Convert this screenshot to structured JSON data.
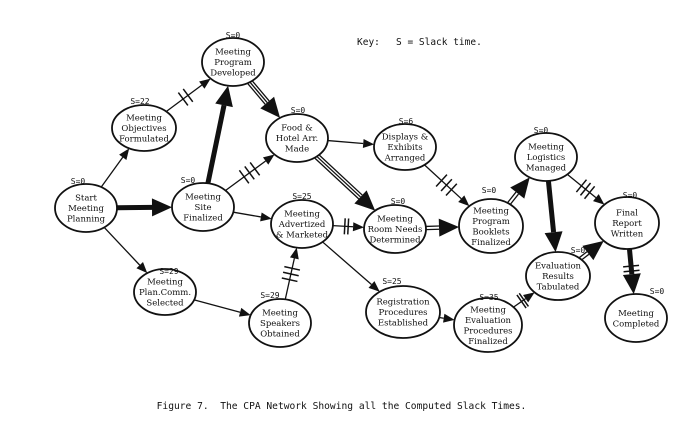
{
  "key": {
    "label": "Key:",
    "text": "S = Slack time."
  },
  "caption": "Figure 7.  The CPA Network Showing all the Computed Slack Times.",
  "nodes": [
    {
      "id": "start",
      "lines": [
        "Start",
        "Meeting",
        "Planning"
      ],
      "slack": "S=0"
    },
    {
      "id": "objectives",
      "lines": [
        "Meeting",
        "Objectives",
        "Formulated"
      ],
      "slack": "S=22"
    },
    {
      "id": "program",
      "lines": [
        "Meeting",
        "Program",
        "Developed"
      ],
      "slack": "S=0"
    },
    {
      "id": "site",
      "lines": [
        "Meeting",
        "Site",
        "Finalized"
      ],
      "slack": "S=0"
    },
    {
      "id": "food",
      "lines": [
        "Food &",
        "Hotel Arr.",
        "Made"
      ],
      "slack": "S=0"
    },
    {
      "id": "displays",
      "lines": [
        "Displays &",
        "Exhibits",
        "Arranged"
      ],
      "slack": "S=6"
    },
    {
      "id": "advertized",
      "lines": [
        "Meeting",
        "Advertized",
        "& Marketed"
      ],
      "slack": "S=25"
    },
    {
      "id": "room",
      "lines": [
        "Meeting",
        "Room Needs",
        "Determined"
      ],
      "slack": "S=0"
    },
    {
      "id": "booklets",
      "lines": [
        "Meeting",
        "Program",
        "Booklets",
        "Finalized"
      ],
      "slack": "S=0"
    },
    {
      "id": "logistics",
      "lines": [
        "Meeting",
        "Logistics",
        "Managed"
      ],
      "slack": "S=0"
    },
    {
      "id": "final",
      "lines": [
        "Final",
        "Report",
        "Written"
      ],
      "slack": "S=0"
    },
    {
      "id": "plancomm",
      "lines": [
        "Meeting",
        "Plan.Comm.",
        "Selected"
      ],
      "slack": "S=29"
    },
    {
      "id": "speakers",
      "lines": [
        "Meeting",
        "Speakers",
        "Obtained"
      ],
      "slack": "S=29"
    },
    {
      "id": "registration",
      "lines": [
        "Registration",
        "Procedures",
        "Established"
      ],
      "slack": "S=25"
    },
    {
      "id": "evalproc",
      "lines": [
        "Meeting",
        "Evaluation",
        "Procedures",
        "Finalized"
      ],
      "slack": "S=35"
    },
    {
      "id": "evalresults",
      "lines": [
        "Evaluation",
        "Results",
        "Tabulated"
      ],
      "slack": "S=0"
    },
    {
      "id": "completed",
      "lines": [
        "Meeting",
        "Completed"
      ],
      "slack": "S=0"
    }
  ],
  "edges": [
    {
      "from": "start",
      "to": "objectives",
      "style": "normal",
      "ticks": 0
    },
    {
      "from": "start",
      "to": "site",
      "style": "critical",
      "ticks": 0
    },
    {
      "from": "start",
      "to": "plancomm",
      "style": "normal",
      "ticks": 0
    },
    {
      "from": "objectives",
      "to": "program",
      "style": "normal",
      "ticks": 2
    },
    {
      "from": "site",
      "to": "program",
      "style": "critical",
      "ticks": 0
    },
    {
      "from": "site",
      "to": "food",
      "style": "normal",
      "ticks": 3
    },
    {
      "from": "site",
      "to": "advertized",
      "style": "normal",
      "ticks": 0
    },
    {
      "from": "program",
      "to": "food",
      "style": "triple",
      "ticks": 0
    },
    {
      "from": "food",
      "to": "displays",
      "style": "normal",
      "ticks": 0
    },
    {
      "from": "food",
      "to": "room",
      "style": "triple",
      "ticks": 0
    },
    {
      "from": "displays",
      "to": "booklets",
      "style": "normal",
      "ticks": 3
    },
    {
      "from": "advertized",
      "to": "room",
      "style": "normal",
      "ticks": 2
    },
    {
      "from": "advertized",
      "to": "registration",
      "style": "normal",
      "ticks": 0
    },
    {
      "from": "room",
      "to": "booklets",
      "style": "double",
      "ticks": 0
    },
    {
      "from": "booklets",
      "to": "logistics",
      "style": "double",
      "ticks": 0
    },
    {
      "from": "logistics",
      "to": "final",
      "style": "normal",
      "ticks": 3
    },
    {
      "from": "logistics",
      "to": "evalresults",
      "style": "critical",
      "ticks": 0
    },
    {
      "from": "plancomm",
      "to": "speakers",
      "style": "normal",
      "ticks": 0
    },
    {
      "from": "speakers",
      "to": "advertized",
      "style": "normal",
      "ticks": 3
    },
    {
      "from": "registration",
      "to": "evalproc",
      "style": "normal",
      "ticks": 0
    },
    {
      "from": "evalproc",
      "to": "evalresults",
      "style": "normal",
      "ticks": 2
    },
    {
      "from": "evalresults",
      "to": "final",
      "style": "double",
      "ticks": 0
    },
    {
      "from": "final",
      "to": "completed",
      "style": "critical",
      "ticks": 2
    }
  ]
}
